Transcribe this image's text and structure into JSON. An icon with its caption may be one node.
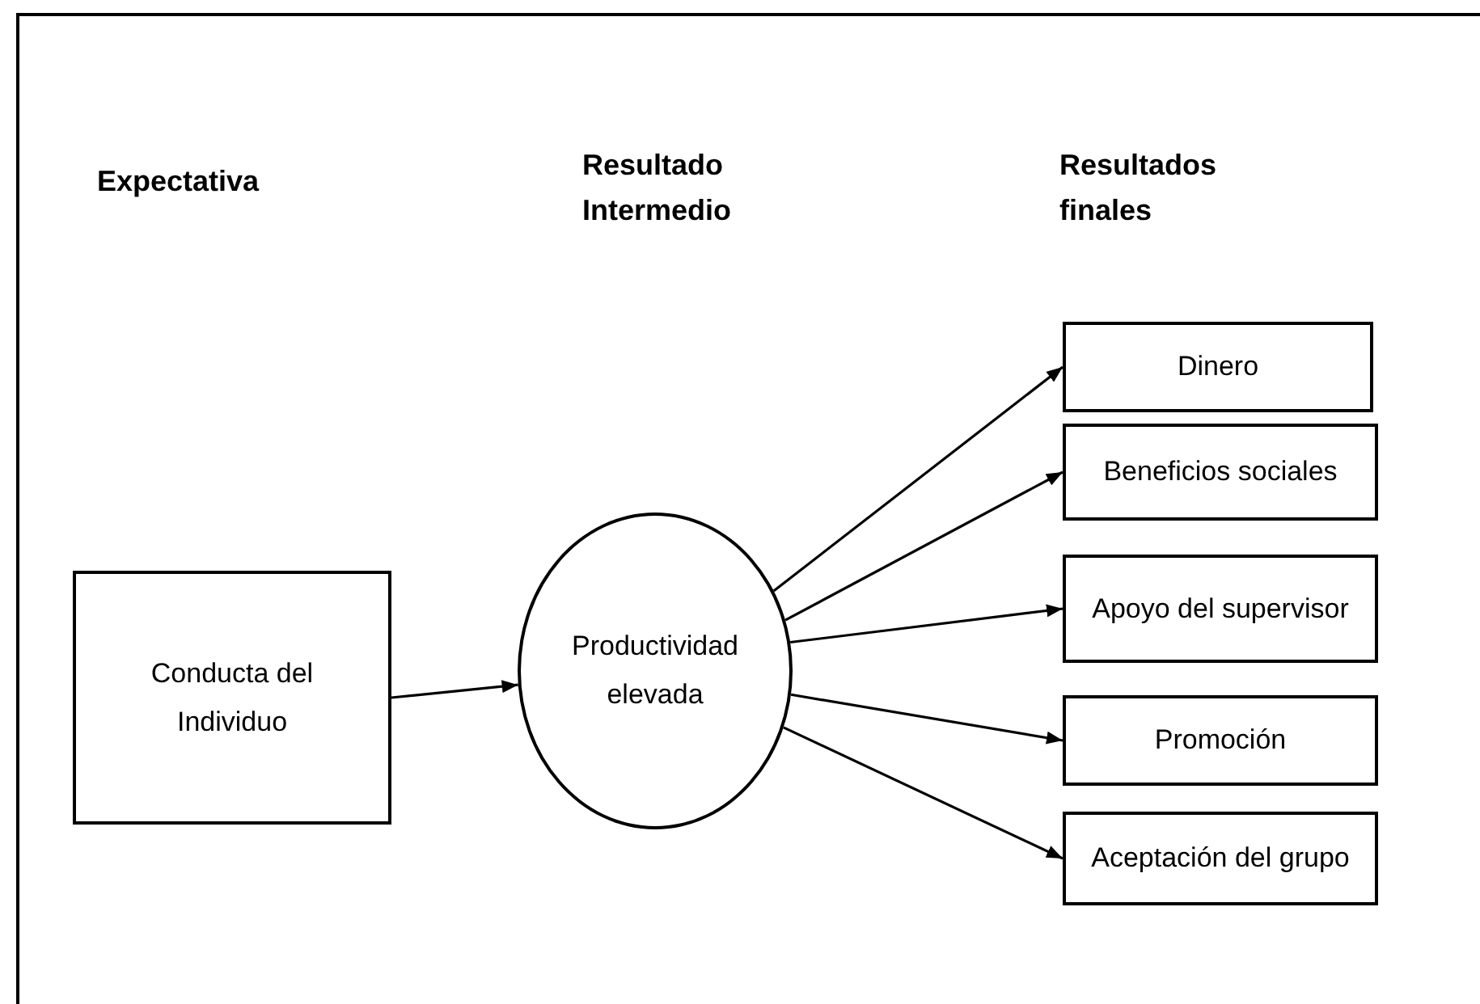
{
  "diagram": {
    "nodes": [
      {
        "text": [
          "Conducta del Individuo"
        ]
      },
      {
        "text": [
          "Productividad elevada"
        ]
      },
      {
        "text": [
          "Dinero"
        ]
      },
      {
        "text": [
          "Beneficios sociales"
        ]
      },
      {
        "text": [
          "Apoyo del supervisor"
        ]
      },
      {
        "text": [
          "Promoción"
        ]
      },
      {
        "text": [
          "Aceptación del grupo"
        ]
      }
    ],
    "edges": [
      {
        "from": 0,
        "to": 1,
        "arrow": "to"
      },
      {
        "from": 1,
        "to": 2,
        "arrow": "to"
      },
      {
        "from": 1,
        "to": 3,
        "arrow": "to"
      },
      {
        "from": 1,
        "to": 4,
        "arrow": "to"
      },
      {
        "from": 1,
        "to": 5,
        "arrow": "to"
      },
      {
        "from": 1,
        "to": 6,
        "arrow": "to"
      }
    ],
    "labels": [
      "Expectativa",
      "Resultado Intermedio",
      "Resultados finales"
    ]
  }
}
